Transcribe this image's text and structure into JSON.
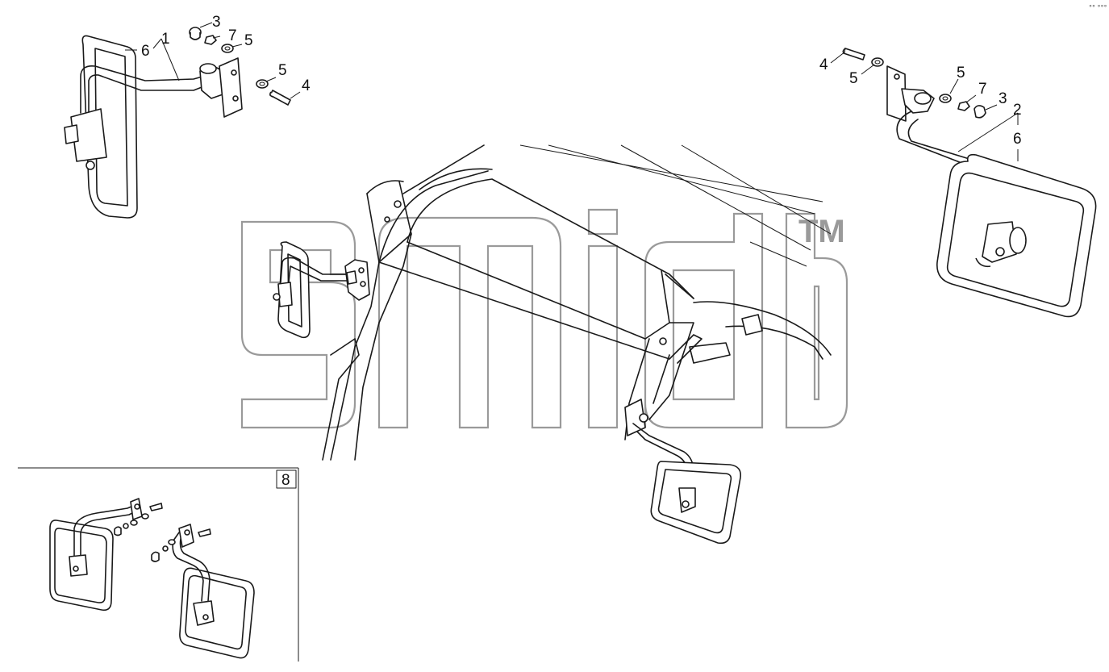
{
  "diagram": {
    "callouts_left": [
      "6",
      "1",
      "3",
      "7",
      "5",
      "5",
      "4"
    ],
    "callouts_right": [
      "4",
      "5",
      "5",
      "7",
      "3",
      "2",
      "6"
    ],
    "inset_label": "8",
    "watermark_tm": "TM",
    "corner_mark": "°° °°°"
  }
}
